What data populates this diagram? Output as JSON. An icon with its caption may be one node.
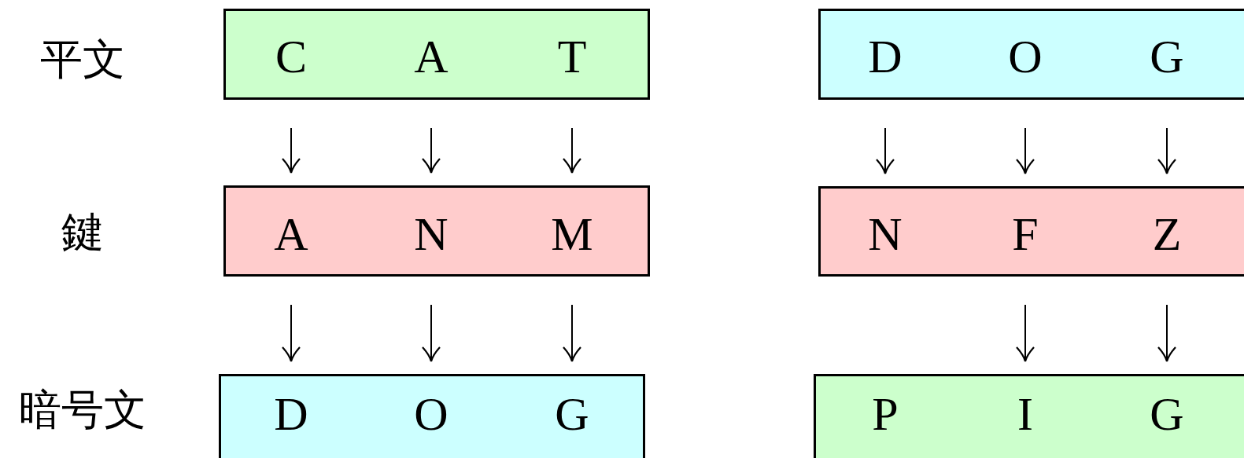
{
  "diagram": {
    "nodes": [
      {
        "text": [],
        "shape": "box"
      },
      {
        "text": [
          "C"
        ],
        "in": 0
      },
      {
        "text": [
          "A"
        ],
        "in": 0
      },
      {
        "text": [
          "T"
        ],
        "in": 0
      },
      {
        "text": [],
        "shape": "box"
      },
      {
        "text": [
          "D"
        ],
        "in": 4
      },
      {
        "text": [
          "O"
        ],
        "in": 4
      },
      {
        "text": [
          "G"
        ],
        "in": 4
      },
      {
        "text": [],
        "shape": "box"
      },
      {
        "text": [
          "A"
        ],
        "in": 8
      },
      {
        "text": [
          "N"
        ],
        "in": 8
      },
      {
        "text": [
          "M"
        ],
        "in": 8
      },
      {
        "text": [],
        "shape": "box"
      },
      {
        "text": [
          "N"
        ],
        "in": 12
      },
      {
        "text": [
          "F"
        ],
        "in": 12
      },
      {
        "text": [
          "Z"
        ],
        "in": 12
      },
      {
        "text": [],
        "shape": "box"
      },
      {
        "text": [
          "D"
        ],
        "in": 16
      },
      {
        "text": [
          "O"
        ],
        "in": 16
      },
      {
        "text": [
          "G"
        ],
        "in": 16
      },
      {
        "text": [],
        "shape": "box"
      },
      {
        "text": [
          "P"
        ],
        "in": 20
      },
      {
        "text": [
          "I"
        ],
        "in": 20
      },
      {
        "text": [
          "G"
        ],
        "in": 20
      }
    ],
    "edges": [
      {
        "from": 1,
        "to": 9,
        "arrow": "to"
      },
      {
        "from": 2,
        "to": 10,
        "arrow": "to"
      },
      {
        "from": 3,
        "to": 11,
        "arrow": "to"
      },
      {
        "from": 5,
        "to": 13,
        "arrow": "to"
      },
      {
        "from": 6,
        "to": 14,
        "arrow": "to"
      },
      {
        "from": 7,
        "to": 15,
        "arrow": "to"
      },
      {
        "from": 9,
        "to": 17,
        "arrow": "to"
      },
      {
        "from": 10,
        "to": 18,
        "arrow": "to"
      },
      {
        "from": 11,
        "to": 19,
        "arrow": "to"
      },
      {
        "from": 14,
        "to": 22,
        "arrow": "to"
      },
      {
        "from": 15,
        "to": 23,
        "arrow": "to"
      }
    ],
    "labels": [
      "平文",
      "鍵",
      "暗号文"
    ]
  }
}
